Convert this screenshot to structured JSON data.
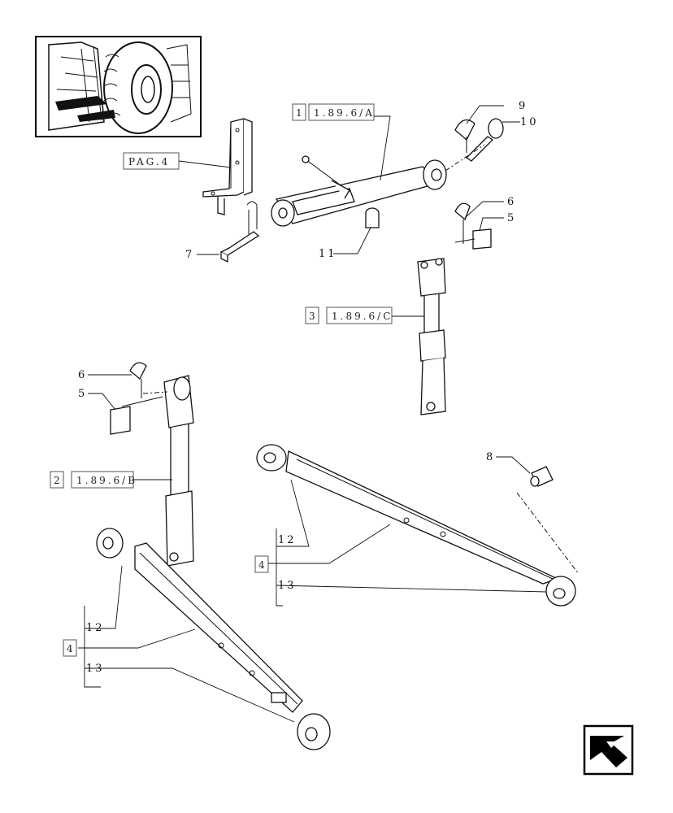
{
  "callouts": {
    "n1": "1",
    "ref1": "1.89.6/A",
    "n2": "2",
    "ref2": "1.89.6/B",
    "n3": "3",
    "ref3": "1.89.6/C",
    "pag": "PAG.4",
    "n4a": "4",
    "n4b": "4"
  },
  "parts": {
    "p5a": "5",
    "p5b": "5",
    "p6a": "6",
    "p6b": "6",
    "p7": "7",
    "p8": "8",
    "p9": "9",
    "p10": "10",
    "p11": "11",
    "p12a": "12",
    "p12b": "12",
    "p13a": "13",
    "p13b": "13"
  },
  "nav": {
    "icon": "return-arrow-icon"
  }
}
